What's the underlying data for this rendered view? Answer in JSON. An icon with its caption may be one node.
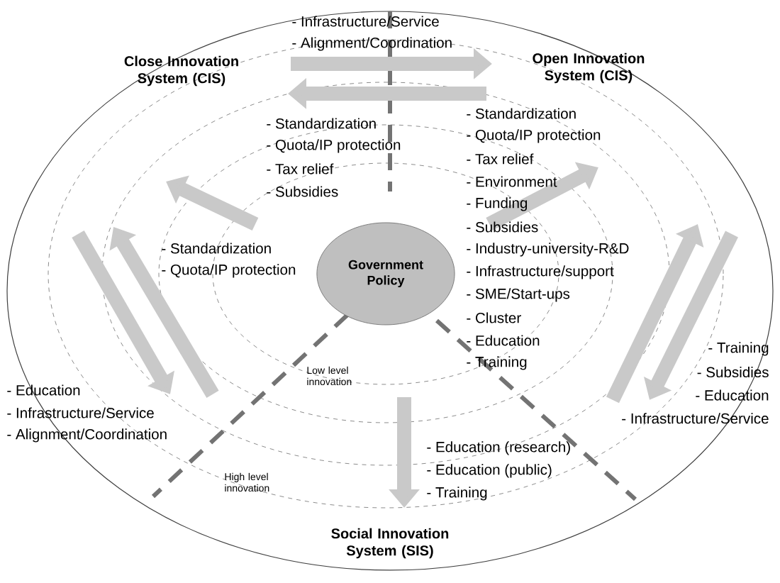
{
  "diagram": {
    "nodes": [
      {
        "text": [
          "Close Innovation System (CIS)"
        ]
      },
      {
        "text": [
          "Open Innovation System (CIS)"
        ]
      },
      {
        "text": [
          "Social Innovation System (SIS)"
        ]
      },
      {
        "text": [
          "Government Policy"
        ]
      }
    ],
    "edges": [
      {
        "from": 0,
        "to": 1,
        "arrow": "to"
      },
      {
        "from": 1,
        "to": 0,
        "arrow": "to"
      },
      {
        "from": 3,
        "to": 0,
        "arrow": "to"
      },
      {
        "from": 3,
        "to": 1,
        "arrow": "to"
      },
      {
        "from": 3,
        "to": 2,
        "arrow": "to"
      }
    ],
    "labels": [
      "- Infrastructure/Service",
      "- Alignment/Coordination",
      "- Standardization",
      "- Quota/IP protection",
      "- Tax relief",
      "- Subsidies",
      "- Standardization",
      "- Quota/IP protection",
      "- Tax relief",
      "- Environment",
      "- Funding",
      "- Subsidies",
      "- Industry-university-R&D",
      "- Infrastructure/support",
      "- SME/Start-ups",
      "- Cluster",
      "- Education",
      "- Training",
      "- Standardization",
      "- Quota/IP protection",
      "- Training",
      "- Subsidies",
      "- Education",
      "- Infrastructure/Service",
      "- Education",
      "- Infrastructure/Service",
      "- Alignment/Coordination",
      "Low level innovation",
      "- Education (research)",
      "- Education (public)",
      "- Training",
      "High level innovation"
    ]
  }
}
